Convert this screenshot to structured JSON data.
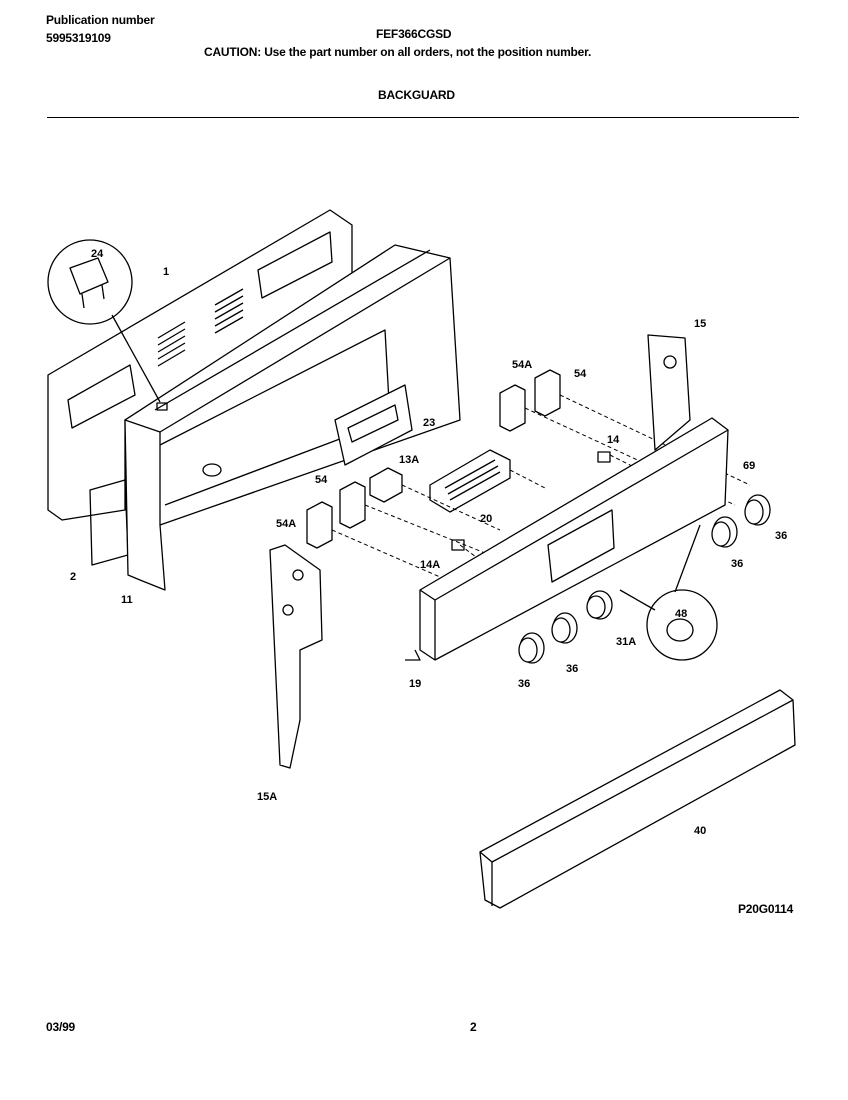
{
  "header": {
    "publication_label": "Publication number",
    "publication_number": "5995319109",
    "model": "FEF366CGSD",
    "caution": "CAUTION:  Use the part number on all orders, not the position number.",
    "section": "BACKGUARD"
  },
  "diagram": {
    "callouts": [
      "1",
      "24",
      "23",
      "11",
      "2",
      "13A",
      "20",
      "54",
      "54A",
      "14A",
      "15A",
      "54A",
      "54",
      "14",
      "15",
      "69",
      "36",
      "36",
      "48",
      "31A",
      "36",
      "36",
      "19",
      "40"
    ],
    "drawing_code": "P20G0114"
  },
  "footer": {
    "date": "03/99",
    "page": "2"
  }
}
